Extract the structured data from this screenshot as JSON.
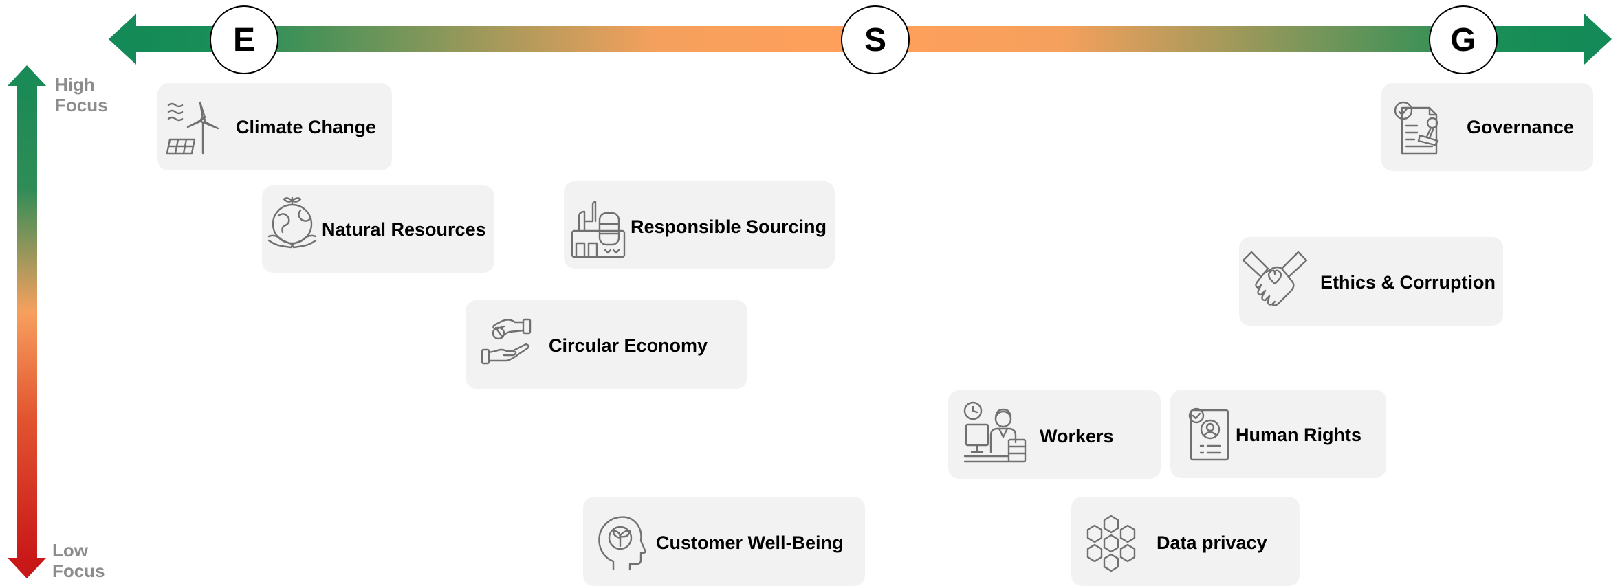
{
  "pillars": {
    "environmental": "E",
    "social": "S",
    "governance": "G"
  },
  "focus_axis": {
    "high_line1": "High",
    "high_line2": "Focus",
    "low_line1": "Low",
    "low_line2": "Focus"
  },
  "colors": {
    "high_focus": "#1a8a56",
    "mid_focus": "#ffa05b",
    "low_focus": "#c91818",
    "card_background": "#f2f2f2",
    "icon_stroke": "#707070"
  },
  "topics": {
    "climate_change": {
      "label": "Climate Change",
      "icon": "wind-solar-icon"
    },
    "natural_resources": {
      "label": "Natural Resources",
      "icon": "globe-hands-icon"
    },
    "responsible_sourcing": {
      "label": "Responsible Sourcing",
      "icon": "factory-icon"
    },
    "circular_economy": {
      "label": "Circular Economy",
      "icon": "hand-exchange-icon"
    },
    "customer_well_being": {
      "label": "Customer Well-Being",
      "icon": "head-plant-icon"
    },
    "workers": {
      "label": "Workers",
      "icon": "worker-desk-icon"
    },
    "human_rights": {
      "label": "Human Rights",
      "icon": "id-document-icon"
    },
    "data_privacy": {
      "label": "Data privacy",
      "icon": "cube-network-icon"
    },
    "ethics_corruption": {
      "label": "Ethics & Corruption",
      "icon": "handshake-heart-icon"
    },
    "governance": {
      "label": "Governance",
      "icon": "document-stamp-icon"
    }
  }
}
